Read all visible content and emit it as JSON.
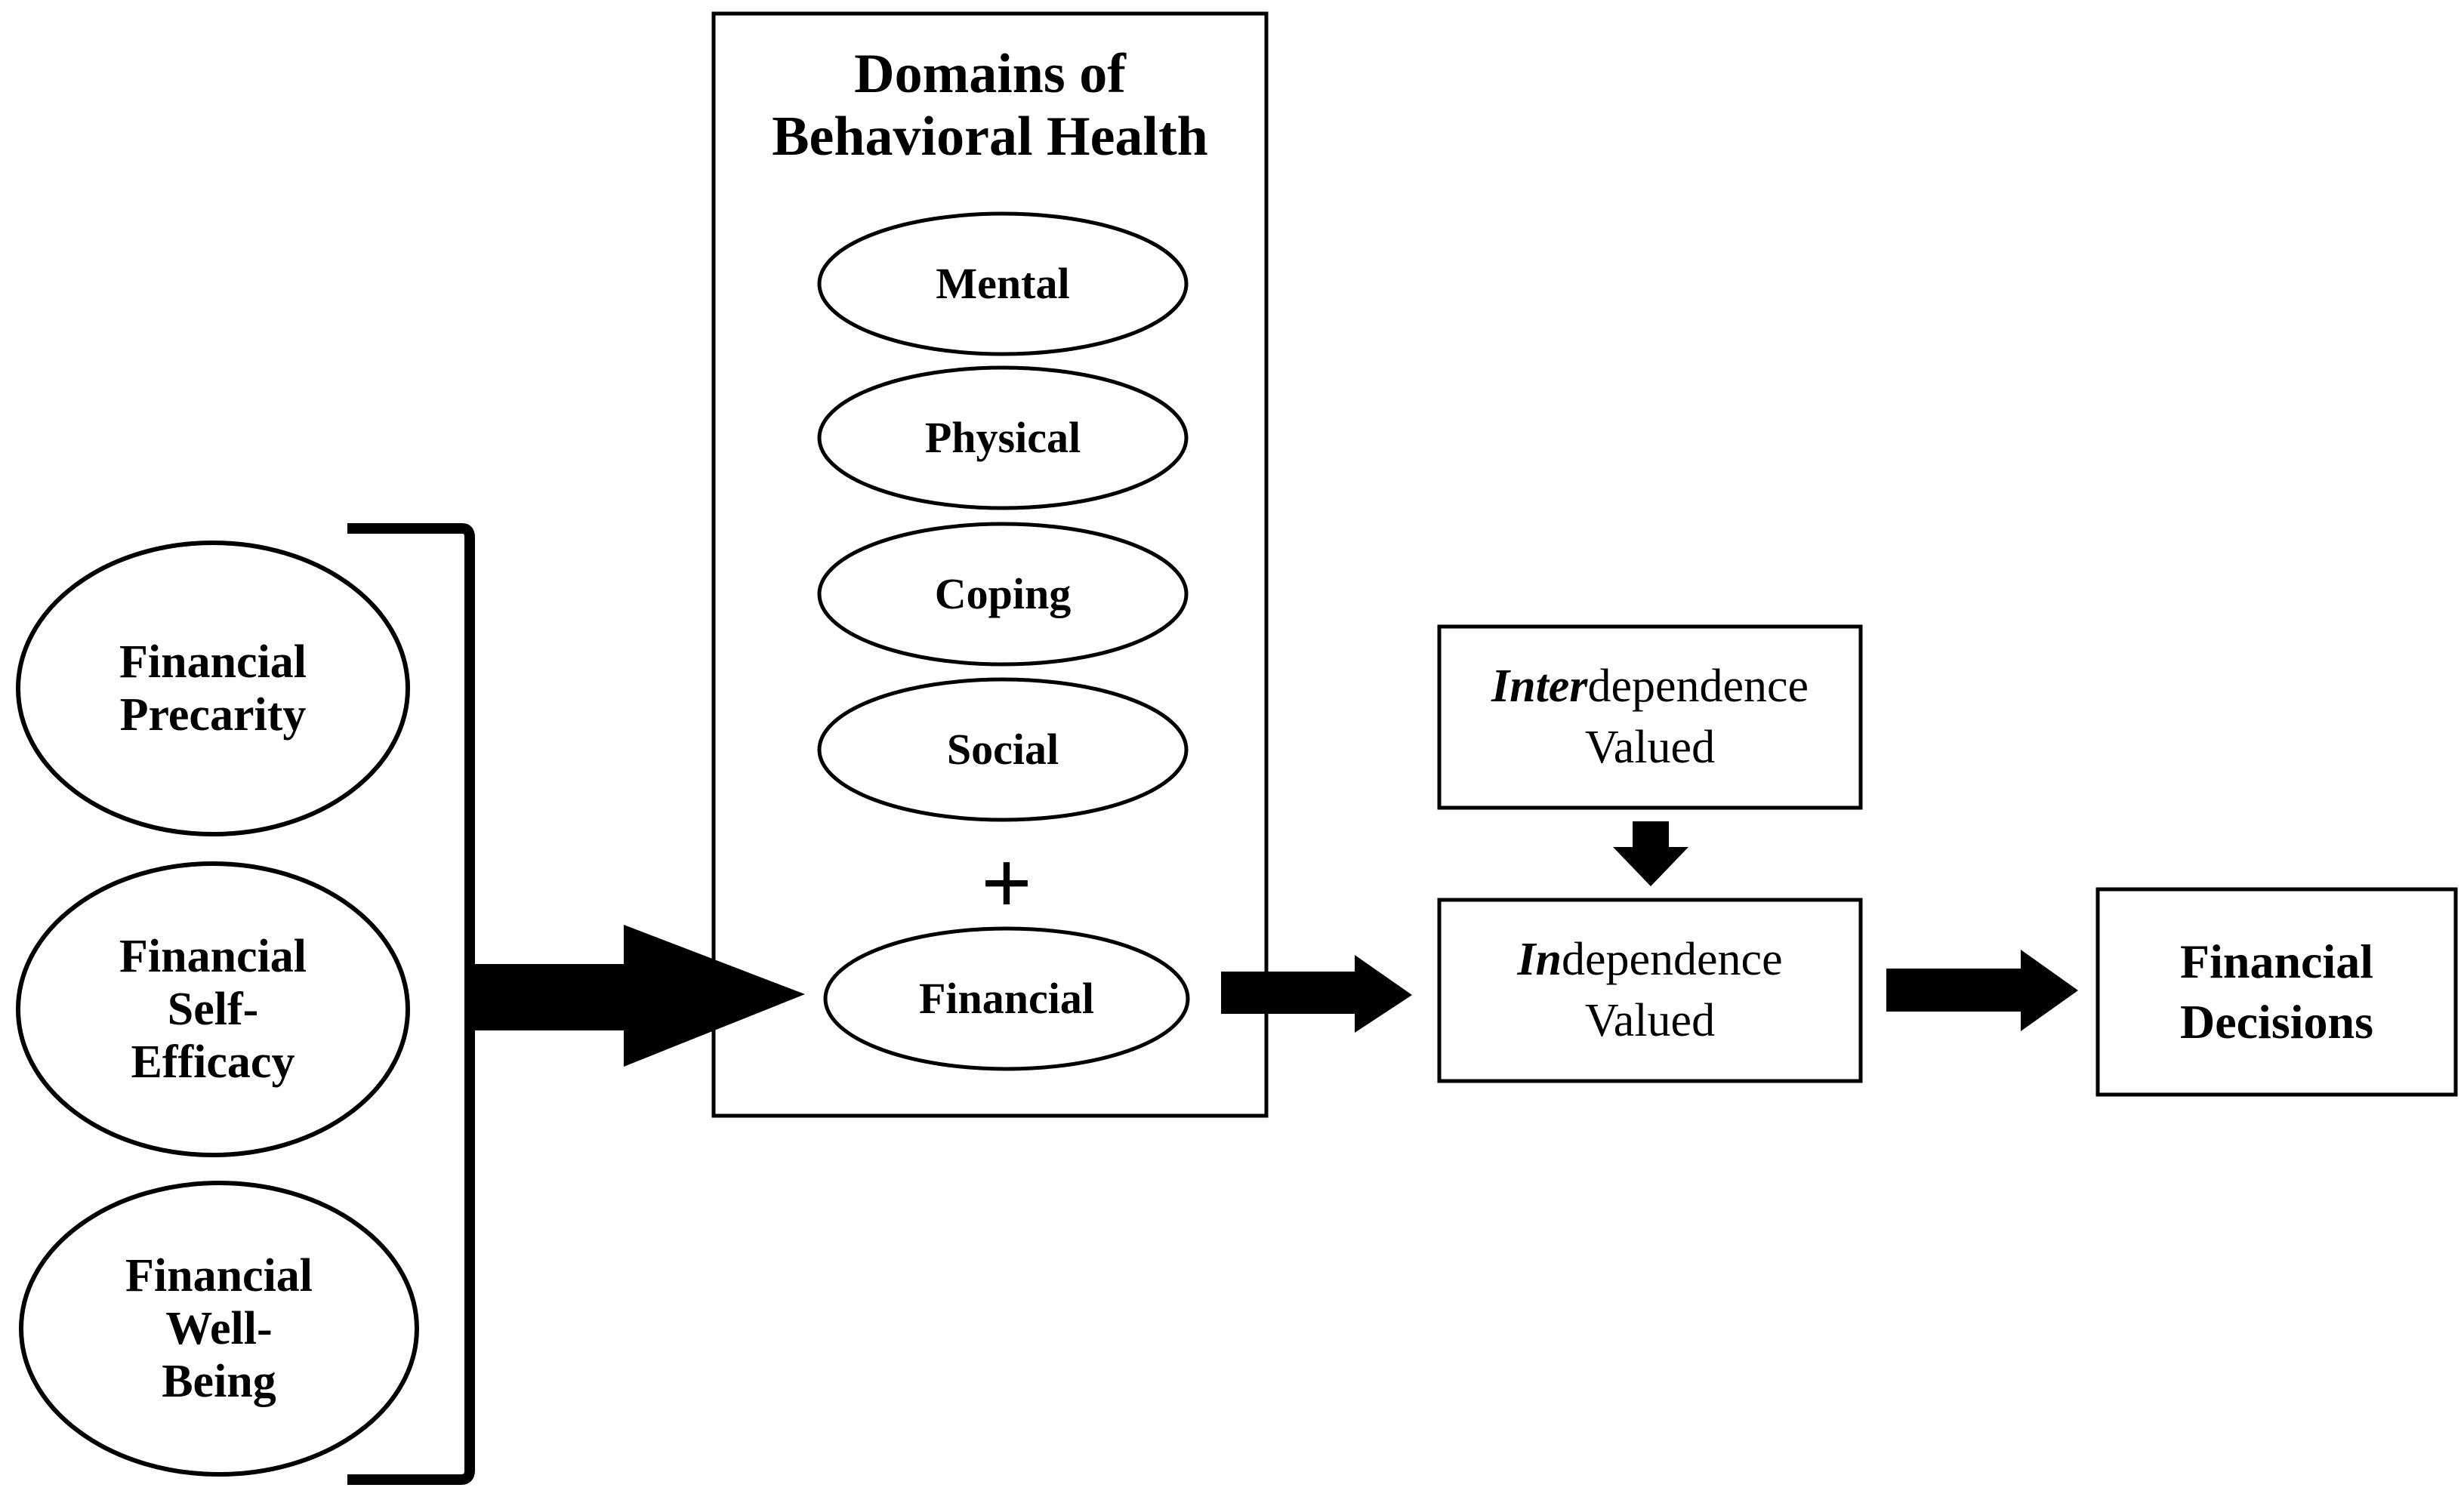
{
  "domains_box": {
    "title_line1": "Domains of",
    "title_line2": "Behavioral Health",
    "domains": [
      "Mental",
      "Physical",
      "Coping",
      "Social"
    ],
    "plus_symbol": "+",
    "financial": "Financial"
  },
  "antecedents": [
    {
      "line1": "Financial",
      "line2": "Precarity"
    },
    {
      "line1": "Financial",
      "line2": "Self-",
      "line3": "Efficacy"
    },
    {
      "line1": "Financial",
      "line2": "Well-",
      "line3": "Being"
    }
  ],
  "interdependence": {
    "emphasis": "Inter",
    "rest": "dependence",
    "line2": "Valued"
  },
  "independence": {
    "emphasis": "In",
    "rest": "dependence",
    "line2": "Valued"
  },
  "outcome": {
    "line1": "Financial",
    "line2": "Decisions"
  }
}
